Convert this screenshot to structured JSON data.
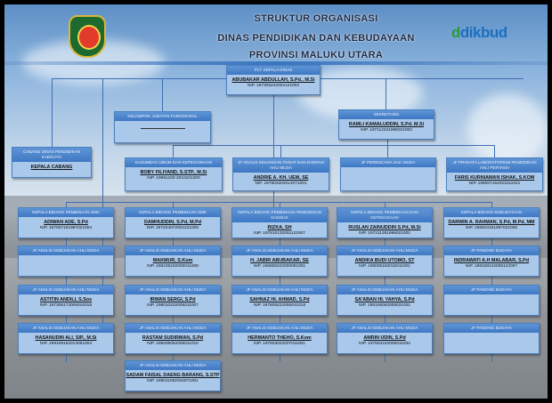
{
  "header": {
    "title_line1": "STRUKTUR ORGANISASI",
    "title_line2": "DINAS PENDIDIKAN DAN KEBUDAYAAN",
    "title_line3": "PROVINSI MALUKU UTARA",
    "logo_right": "dikbud"
  },
  "boxes": [
    {
      "id": "kadis",
      "header": "Plt. KEPALA DINAS",
      "name": "ABUBAKAR ABDULLAH, S.Pd., M.Si",
      "nip": "NIP. 197305242002121002"
    },
    {
      "id": "kjf",
      "header": "KELOMPOK JABATAN FUNGSIONAL",
      "name": "",
      "nip": ""
    },
    {
      "id": "sekretaris",
      "header": "SEKRETARIS",
      "name": "RAMLI KAMALUDDIN, S.Pd. M.Si",
      "nip": "NIP. 197112221998021003"
    },
    {
      "id": "cabang",
      "header": "CABANG DINAS PENDIDIKAN KAB/KOTA",
      "name": "KEPALA CABANG",
      "nip": ""
    },
    {
      "id": "kasubbag",
      "header": "KASUBBAG UMUM DAN KEPEGAWAIAN",
      "name": "BOBY FILIYAND, S.STP., M.Si",
      "nip": "NIP. 19891209 2010101000"
    },
    {
      "id": "jf_pusat",
      "header": "JF ANALIS KEUANGAN PUSAT DAN DAERAH AHLI MUDA",
      "name": "ANDRIE A. KH. UEM, SE",
      "nip": "NIP. 197903202014071001"
    },
    {
      "id": "jf_perencana",
      "header": "JF PERENCANA AHLI MUDA",
      "name": "",
      "nip": ""
    },
    {
      "id": "jf_pranata",
      "header": "JF PRANATA LABORATORIUM PENDIDIKAN AHLI PERTAMA",
      "name": "FARIS KURNIAWAN ISHAK, S.KOM",
      "nip": "NIP. 199007152023211021"
    },
    {
      "id": "c1r1",
      "header": "KEPALA BIDANG PEMBINAAN SMA",
      "name": "ADIWAN ADE, S.Pd",
      "nip": "NIP. 197007151997021004"
    },
    {
      "id": "c2r1",
      "header": "KEPALA BIDANG PEMBINAAN SMK",
      "name": "DAMHUDDIN, S.Pd, M.Pd",
      "nip": "NIP. 197204072002121005"
    },
    {
      "id": "c3r1",
      "header": "KEPALA BIDANG PEMBINAAN PENDIDIKAN KHUSUS",
      "name": "RIZKA, SH",
      "nip": "NIP. 197810132001122007"
    },
    {
      "id": "c4r1",
      "header": "KEPALA BIDANG PEMBINAAN DAN KETENAGAAN",
      "name": "RUSLAN ZAINUDDIN S.Pd, M.Si",
      "nip": "NIP. 197311281998021002"
    },
    {
      "id": "c5r1",
      "header": "KEPALA BIDANG KEBUDAYAAN",
      "name": "DARWIN A. RAHMAN, S.Pd, M.Pd, MM",
      "nip": "NIP. 196910151997021005"
    },
    {
      "id": "c1r2",
      "header": "JF ANALIS KEBIJAKAN AHLI MUDA",
      "name": "",
      "nip": ""
    },
    {
      "id": "c2r2",
      "header": "JF ANALIS KEBIJAKAN AHLI MUDA",
      "name": "MAKMUR, S.Kom",
      "nip": "NIP. 198105192005011009"
    },
    {
      "id": "c3r2",
      "header": "JF ANALIS KEBIJAKAN AHLI MUDA",
      "name": "H. JABIR ABUBAKAR, SE",
      "nip": "NIP. 196806222000081001"
    },
    {
      "id": "c4r2",
      "header": "JF ANALIS KEBIJAKAN AHLI MUDA",
      "name": "ANDIKA BUDI UTOMO, ST",
      "nip": "NIP. 198005182015011001"
    },
    {
      "id": "c5r2",
      "header": "JF PAMONG BUDAYA",
      "name": "INDRAWATI A.H MALABAR, S.Pd",
      "nip": "NIP. 198108142005122007"
    },
    {
      "id": "c1r3",
      "header": "JF ANALIS KEBIJAKAN AHLI MUDA",
      "name": "ASTITIN ANDILI, S.Sos",
      "nip": "NIP. 197306172006042018"
    },
    {
      "id": "c2r3",
      "header": "JF ANALIS KEBIJAKAN AHLI MUDA",
      "name": "IRWAN SERGI, S.Pd",
      "nip": "NIP. 198010222005011007"
    },
    {
      "id": "c3r3",
      "header": "JF ANALIS KEBIJAKAN AHLI MUDA",
      "name": "SAHNAZ HI. AHMAD, S.Pd",
      "nip": "NIP. 197808222006041018"
    },
    {
      "id": "c4r3",
      "header": "JF ANALIS KEBIJAKAN AHLI MUDA",
      "name": "SA'ABAN HI. YAHYA, S.Pd",
      "nip": "NIP. 198106062009031001"
    },
    {
      "id": "c5r3",
      "header": "JF PAMONG BUDAYA",
      "name": "",
      "nip": ""
    },
    {
      "id": "c1r4",
      "header": "JF ANALIS KEBIJAKAN AHLI MUDA",
      "name": "HASANUDIN ALI, SIP., M.Si",
      "nip": "NIP. 199109152014061004"
    },
    {
      "id": "c2r4",
      "header": "JF ANALIS KEBIJAKAN AHLI MUDA",
      "name": "RASTAM SUDIRMAN, S.Pd",
      "nip": "NIP. 198205062005011010"
    },
    {
      "id": "c3r4",
      "header": "JF ANALIS KEBIJAKAN AHLI MUDA",
      "name": "HERMANTO THEHO, S.Kom",
      "nip": "NIP. 197803022007011001"
    },
    {
      "id": "c4r4",
      "header": "JF ANALIS KEBIJAKAN AHLI MUDA",
      "name": "AMRIN UDIN, S.Pd",
      "nip": "NIP. 197804242005011034"
    },
    {
      "id": "c5r4",
      "header": "JF PAMONG BUDAYA",
      "name": "",
      "nip": ""
    },
    {
      "id": "c2r5",
      "header": "JF ANALIS KEBIJAKAN AHLI MUDA",
      "name": "SADAM FAISAL DAENG BARANG, S.STP",
      "nip": "NIP. 199011052015071001"
    }
  ]
}
